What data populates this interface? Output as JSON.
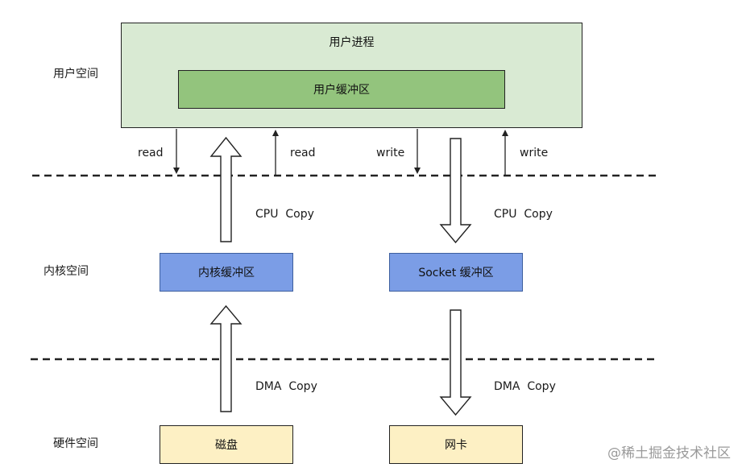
{
  "regions": {
    "user_space": "用户空间",
    "kernel_space": "内核空间",
    "hardware_space": "硬件空间"
  },
  "boxes": {
    "user_process": "用户进程",
    "user_buffer": "用户缓冲区",
    "kernel_buffer": "内核缓冲区",
    "socket_buffer": "Socket 缓冲区",
    "disk": "磁盘",
    "nic": "网卡"
  },
  "labels": {
    "read_left": "read",
    "read_right": "read",
    "write_left": "write",
    "write_right": "write",
    "cpu_copy_left": "CPU  Copy",
    "cpu_copy_right": "CPU  Copy",
    "dma_copy_left": "DMA  Copy",
    "dma_copy_right": "DMA  Copy"
  },
  "watermark": "@稀土掘金技术社区",
  "colors": {
    "user_process_fill": "#d9ead3",
    "user_buffer_fill": "#93c47d",
    "kernel_buffer_fill": "#7b9de6",
    "hardware_fill": "#fdf0c4"
  }
}
